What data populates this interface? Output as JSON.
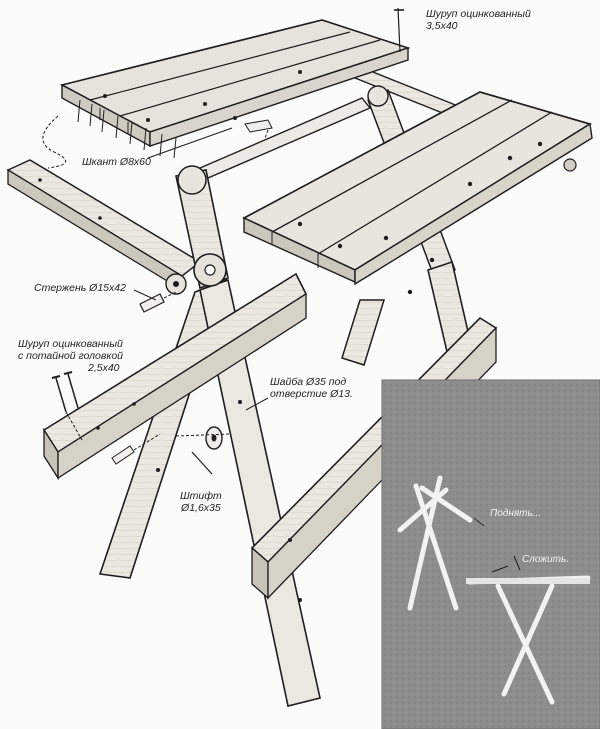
{
  "labels": {
    "screw_top_l1": "Шуруп оцинкованный",
    "screw_top_l2": "3,5х40",
    "dowel": "Шкант Ø8х60",
    "rod": "Стержень Ø15х42",
    "screw_cs_l1": "Шуруп оцинкованный",
    "screw_cs_l2": "с потайной головкой",
    "screw_cs_l3": "2,5х40",
    "washer_l1": "Шайба Ø35 под",
    "washer_l2": "отверстие Ø13.",
    "pin_l1": "Штифт",
    "pin_l2": "Ø1,6х35"
  },
  "inset": {
    "label_lift": "Поднять...",
    "label_fold": "Сложить."
  },
  "colors": {
    "wood_fill": "#e9e6df",
    "wood_shade": "#c9c4b8",
    "ink": "#1e1e1e",
    "inset_bg": "#8a8a88",
    "inset_wood": "#f2f2f0"
  }
}
